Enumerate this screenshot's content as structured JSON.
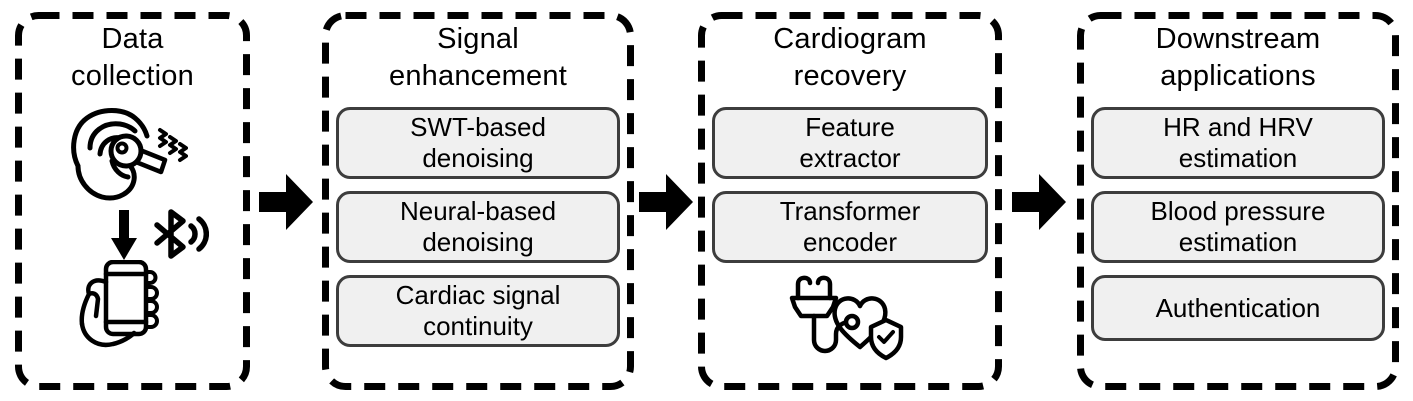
{
  "diagram": {
    "background": "#ffffff",
    "colors": {
      "panel_border": "#000000",
      "subbox_fill": "#f0f0f0",
      "subbox_border": "#3d3d3d",
      "arrow": "#000000",
      "text": "#000000"
    },
    "panels": [
      {
        "id": "data-collection",
        "title": "Data\ncollection",
        "items": [],
        "icons": [
          "earbud-in-ear-icon",
          "down-arrow-icon",
          "bluetooth-icon",
          "hand-holding-phone-icon"
        ]
      },
      {
        "id": "signal-enhancement",
        "title": "Signal\nenhancement",
        "items": [
          "SWT-based\ndenoising",
          "Neural-based\ndenoising",
          "Cardiac signal\ncontinuity"
        ],
        "icons": []
      },
      {
        "id": "cardiogram-recovery",
        "title": "Cardiogram\nrecovery",
        "items": [
          "Feature\nextractor",
          "Transformer\nencoder"
        ],
        "icons": [
          "stethoscope-heart-shield-icon"
        ]
      },
      {
        "id": "downstream-applications",
        "title": "Downstream\napplications",
        "items": [
          "HR and HRV\nestimation",
          "Blood pressure\nestimation",
          "Authentication"
        ],
        "icons": []
      }
    ],
    "connectors": [
      "flow-arrow-icon",
      "flow-arrow-icon",
      "flow-arrow-icon"
    ]
  }
}
